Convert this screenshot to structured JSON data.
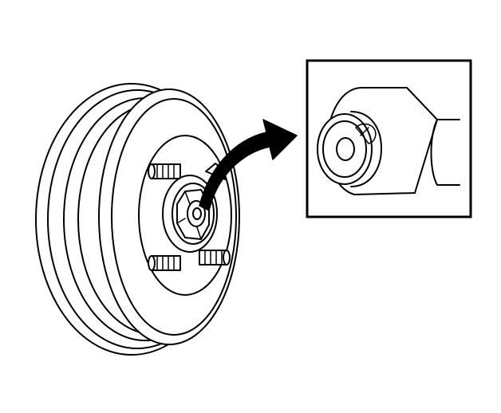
{
  "diagram": {
    "type": "technical-line-illustration",
    "colors": {
      "line": "#000000",
      "background": "#ffffff",
      "arrow_fill": "#000000"
    },
    "parts": [
      "brake-drum",
      "wheel-hub",
      "wheel-studs",
      "spindle-nut",
      "callout-arrow",
      "detail-inset",
      "socket-tool"
    ],
    "wheel_stud_count_visible": 3
  }
}
